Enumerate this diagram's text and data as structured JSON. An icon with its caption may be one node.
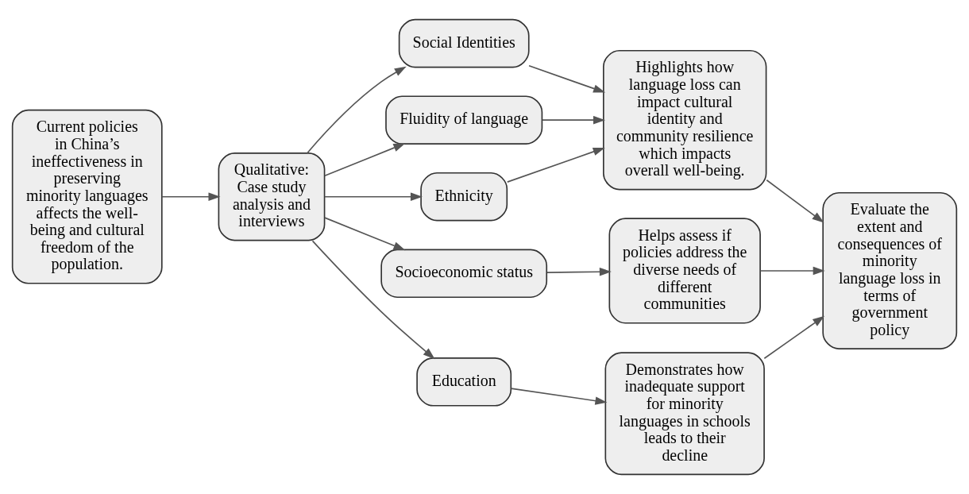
{
  "diagram": {
    "nodes": [
      {
        "text": [
          "Current policies in China’s ineffectiveness in preserving minority languages affects the well-being and cultural freedom of the population."
        ]
      },
      {
        "text": [
          "Qualitative: Case study analysis and interviews"
        ]
      },
      {
        "text": [
          "Social Identities"
        ]
      },
      {
        "text": [
          "Fluidity of language"
        ]
      },
      {
        "text": [
          "Ethnicity"
        ]
      },
      {
        "text": [
          "Socioeconomic status"
        ]
      },
      {
        "text": [
          "Education"
        ]
      },
      {
        "text": [
          "Highlights how language loss can impact cultural identity and community resilience which impacts overall well-being."
        ]
      },
      {
        "text": [
          "Helps assess if policies address the diverse needs of different communities"
        ]
      },
      {
        "text": [
          "Demonstrates how inadequate support for minority languages in schools leads to their decline"
        ]
      },
      {
        "text": [
          "Evaluate the extent and consequences of minority language loss in terms of government policy"
        ]
      }
    ],
    "edges": [
      {
        "from": 0,
        "to": 1,
        "arrow": "to"
      },
      {
        "from": 1,
        "to": 2,
        "arrow": "to"
      },
      {
        "from": 1,
        "to": 3,
        "arrow": "to"
      },
      {
        "from": 1,
        "to": 4,
        "arrow": "to"
      },
      {
        "from": 1,
        "to": 5,
        "arrow": "to"
      },
      {
        "from": 1,
        "to": 6,
        "arrow": "to"
      },
      {
        "from": 2,
        "to": 7,
        "arrow": "to"
      },
      {
        "from": 3,
        "to": 7,
        "arrow": "to"
      },
      {
        "from": 4,
        "to": 7,
        "arrow": "to"
      },
      {
        "from": 5,
        "to": 8,
        "arrow": "to"
      },
      {
        "from": 6,
        "to": 9,
        "arrow": "to"
      },
      {
        "from": 7,
        "to": 10,
        "arrow": "to"
      },
      {
        "from": 8,
        "to": 10,
        "arrow": "to"
      },
      {
        "from": 9,
        "to": 10,
        "arrow": "to"
      }
    ]
  }
}
